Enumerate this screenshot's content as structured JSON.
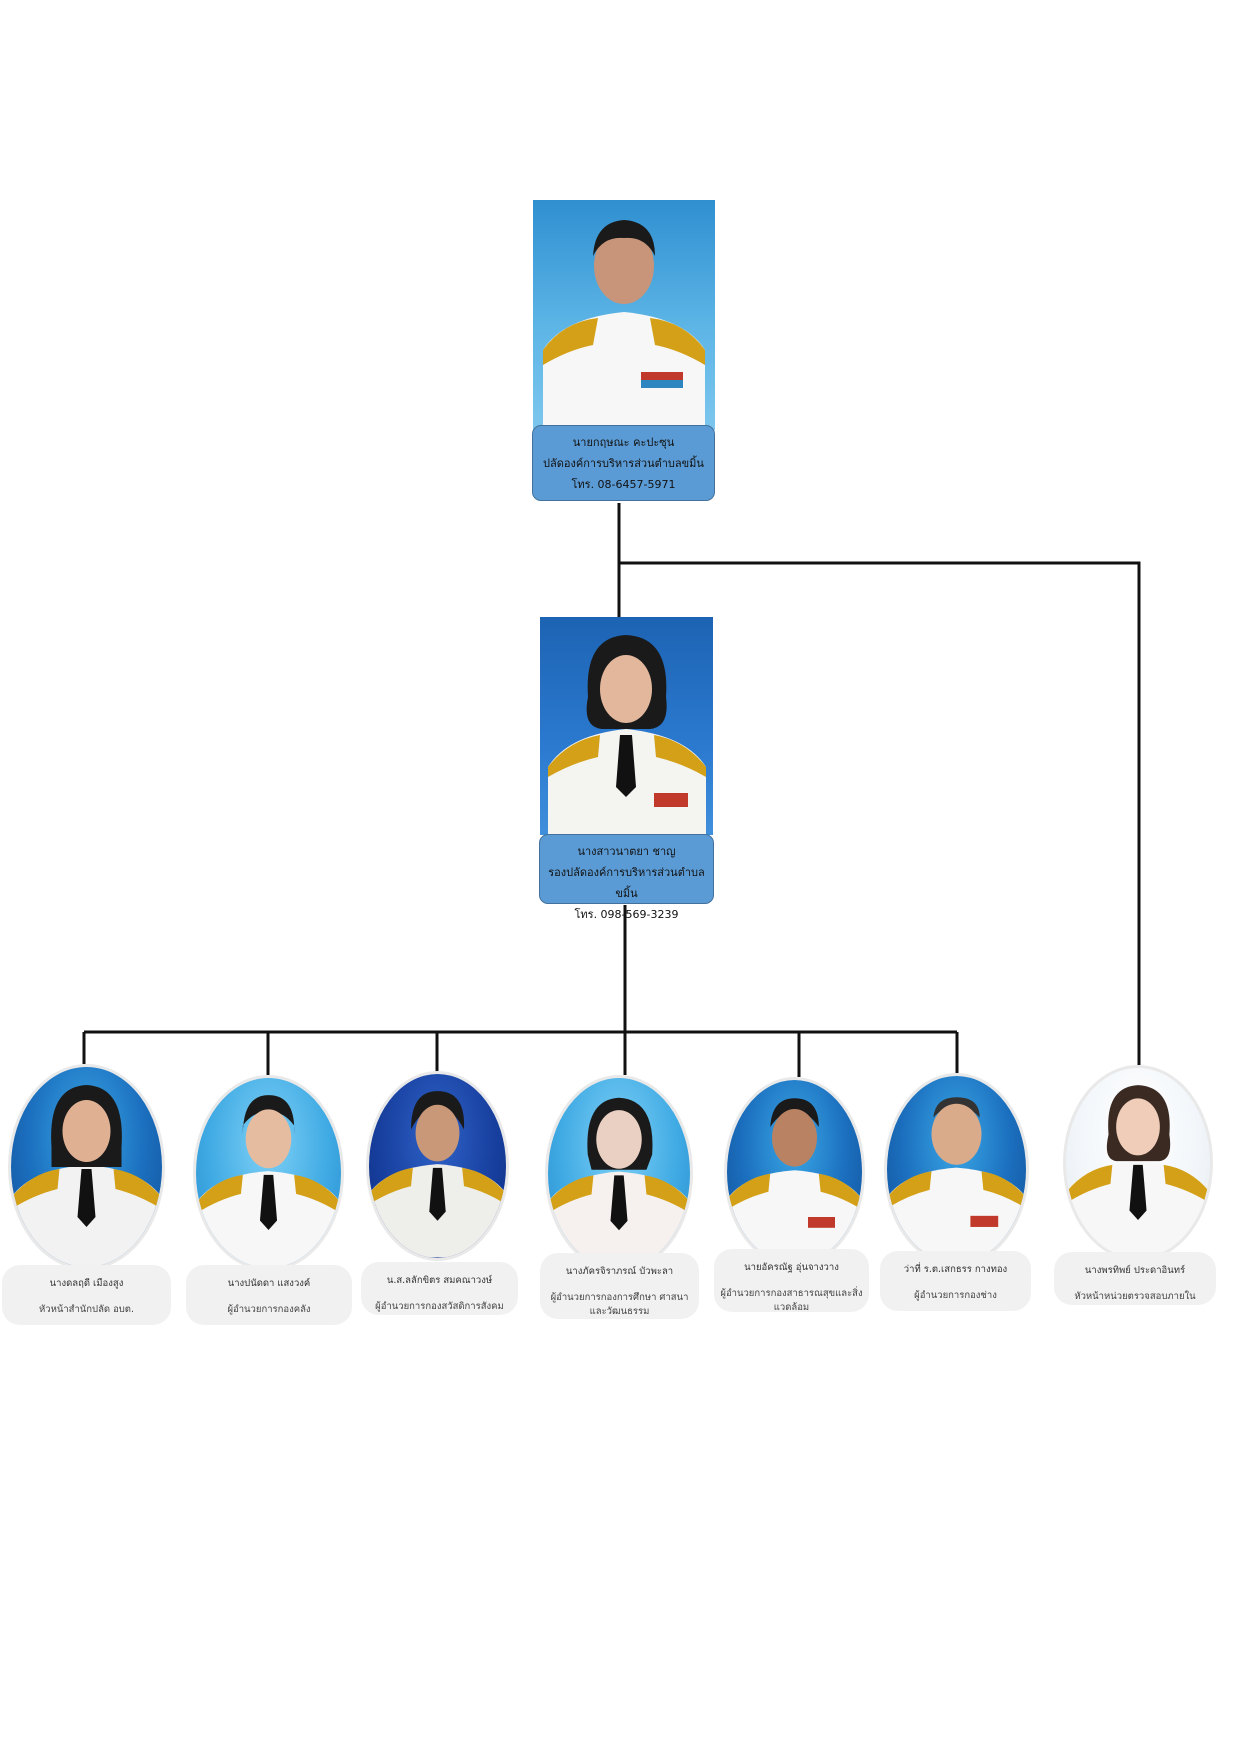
{
  "chief": {
    "name": "นายกฤษณะ    คะปะซุน",
    "position": "ปลัดองค์การบริหารส่วนตำบลขมิ้น",
    "phone": "โทร. 08-6457-5971",
    "icon": "person-photo-icon"
  },
  "deputy": {
    "name": "นางสาวนาตยา  ชาญ",
    "position": "รองปลัดองค์การบริหารส่วนตำบลขมิ้น",
    "phone": "โทร. 098-569-3239",
    "icon": "person-photo-icon"
  },
  "staff": [
    {
      "name": "นางดลฤดี เมืองสูง",
      "role": "หัวหน้าสำนักปลัด อบต."
    },
    {
      "name": "นางปนัดดา แสงวงค์",
      "role": "ผู้อำนวยการกองคลัง"
    },
    {
      "name": "น.ส.ลลักขิตร สมคณาวงษ์",
      "role": "ผู้อำนวยการกองสวัสดิการสังคม"
    },
    {
      "name": "นางภัครจิราภรณ์ บัวพะลา",
      "role": "ผู้อำนวยการกองการศึกษา ศาสนาและวัฒนธรรม"
    },
    {
      "name": "นายอัครณัฐ อุ่นจางวาง",
      "role": "ผู้อำนวยการกองสาธารณสุขและสิ่งแวดล้อม"
    },
    {
      "name": "ว่าที่ ร.ต.เสกธรร กางทอง",
      "role": "ผู้อำนวยการกองช่าง"
    },
    {
      "name": "นางพรทิพย์ ประดาอินทร์",
      "role": "หัวหน้าหน่วยตรวจสอบภายใน"
    }
  ],
  "colors": {
    "card_blue": "#5b9bd5",
    "card_border": "#41719c",
    "line": "#111111",
    "staff_card": "#f1f1f1"
  }
}
